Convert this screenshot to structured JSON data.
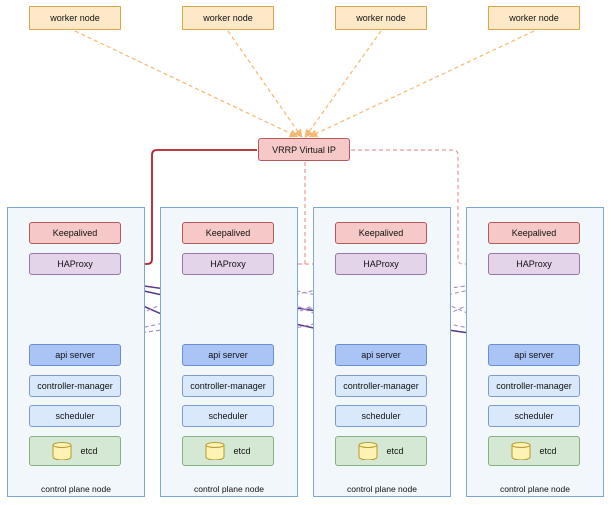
{
  "worker_nodes": [
    {
      "label": "worker node"
    },
    {
      "label": "worker node"
    },
    {
      "label": "worker node"
    },
    {
      "label": "worker node"
    }
  ],
  "vrrp": {
    "label": "VRRP Virtual IP"
  },
  "control_planes": [
    {
      "keepalived": "Keepalived",
      "haproxy": "HAProxy",
      "api": "api server",
      "cm": "controller-manager",
      "scheduler": "scheduler",
      "etcd": "etcd",
      "label": "control plane node"
    },
    {
      "keepalived": "Keepalived",
      "haproxy": "HAProxy",
      "api": "api server",
      "cm": "controller-manager",
      "scheduler": "scheduler",
      "etcd": "etcd",
      "label": "control plane node"
    },
    {
      "keepalived": "Keepalived",
      "haproxy": "HAProxy",
      "api": "api server",
      "cm": "controller-manager",
      "scheduler": "scheduler",
      "etcd": "etcd",
      "label": "control plane node"
    },
    {
      "keepalived": "Keepalived",
      "haproxy": "HAProxy",
      "api": "api server",
      "cm": "controller-manager",
      "scheduler": "scheduler",
      "etcd": "etcd",
      "label": "control plane node"
    }
  ],
  "colors": {
    "worker_edge": "#f5b870",
    "active_link": "#b51f2b",
    "standby_link": "#e59a9a",
    "lb_link_active": "#5a3a8a",
    "lb_link_standby": "#a58ac9"
  }
}
